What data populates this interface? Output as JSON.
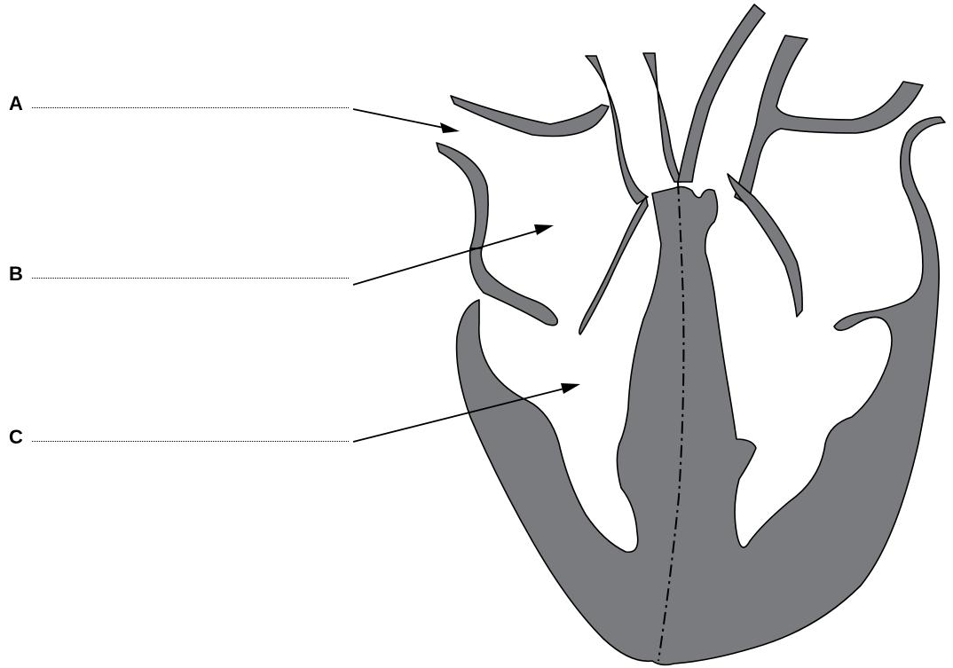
{
  "labels": [
    {
      "id": "A",
      "letter": "A"
    },
    {
      "id": "B",
      "letter": "B"
    },
    {
      "id": "C",
      "letter": "C"
    }
  ],
  "colors": {
    "tissue": "#7a7b7e",
    "outline": "#000000",
    "background": "#ffffff"
  }
}
